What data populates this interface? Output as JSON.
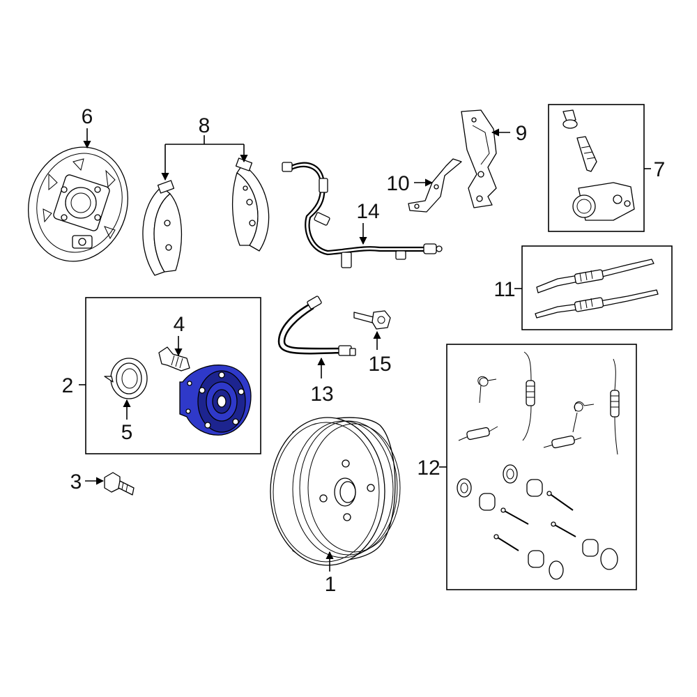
{
  "callouts": {
    "c1": "1",
    "c2": "2",
    "c3": "3",
    "c4": "4",
    "c5": "5",
    "c6": "6",
    "c7": "7",
    "c8": "8",
    "c9": "9",
    "c10": "10",
    "c11": "11",
    "c12": "12",
    "c13": "13",
    "c14": "14",
    "c15": "15"
  },
  "colors": {
    "line": "#000000",
    "background": "#ffffff",
    "highlight": "#2f39c9",
    "highlight_dark": "#1d248f"
  }
}
